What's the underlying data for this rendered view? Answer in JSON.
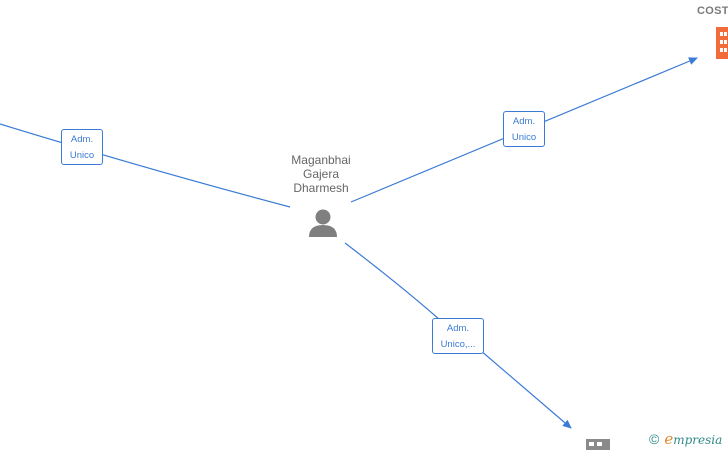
{
  "person": {
    "name_lines": [
      "Maganbhai",
      "Gajera",
      "Dharmesh"
    ],
    "icon": "person-icon"
  },
  "companies": {
    "top_right": {
      "name": "COST",
      "icon": "building-icon",
      "color": "#f26b3a"
    },
    "bottom": {
      "icon": "building-icon",
      "color": "#8a8a8a"
    }
  },
  "edges": [
    {
      "id": "edge-left",
      "role_lines": [
        "Adm.",
        "Unico"
      ]
    },
    {
      "id": "edge-top-right",
      "role_lines": [
        "Adm.",
        "Unico"
      ]
    },
    {
      "id": "edge-bottom",
      "role_lines": [
        "Adm.",
        "Unico,..."
      ]
    }
  ],
  "footer": {
    "copyright_symbol": "©",
    "brand_initial": "e",
    "brand_rest": "mpresia"
  },
  "colors": {
    "edge": "#3a7bd5",
    "person": "#7f7f7f",
    "text": "#666666"
  }
}
